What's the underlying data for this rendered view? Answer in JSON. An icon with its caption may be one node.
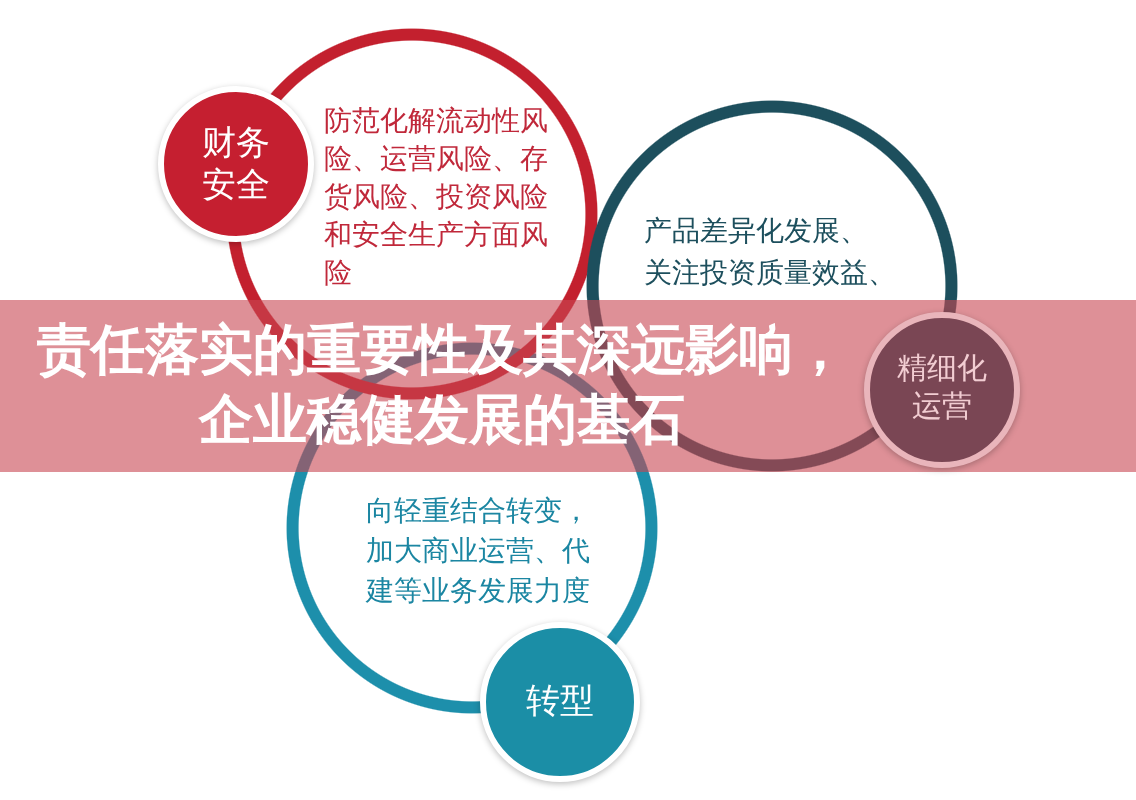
{
  "diagram": {
    "title": "责任落实的重要性及其深远影响，企业稳健发展的基石",
    "nodes": [
      {
        "text": [
          "财务安全"
        ]
      },
      {
        "text": [
          "防范化解流动性风险、运营风险、存货风险、投资风险和安全生产方面风险"
        ]
      },
      {
        "text": [
          "产品差异化发展、关注投资质量效益、"
        ]
      },
      {
        "text": [
          "精细化运营"
        ]
      },
      {
        "text": [
          "向轻重结合转变，加大商业运营、代建等业务发展力度"
        ]
      },
      {
        "text": [
          "转型"
        ]
      }
    ]
  }
}
